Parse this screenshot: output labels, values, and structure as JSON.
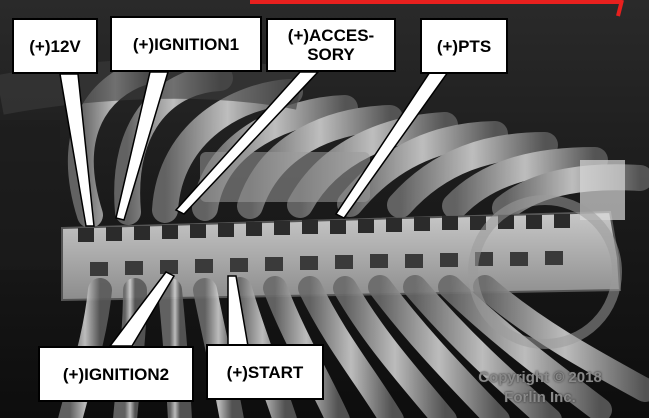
{
  "labels": {
    "v12": "(+)12V",
    "ignition1": "(+)IGNITION1",
    "accessory": "(+)ACCES-\nSORY",
    "pts": "(+)PTS",
    "ignition2": "(+)IGNITION2",
    "start": "(+)START"
  },
  "watermark": "Copyright © 2018\nForlin Inc.",
  "colors": {
    "accent": "#e8201e",
    "label_bg": "#ffffff",
    "label_border": "#000000"
  }
}
